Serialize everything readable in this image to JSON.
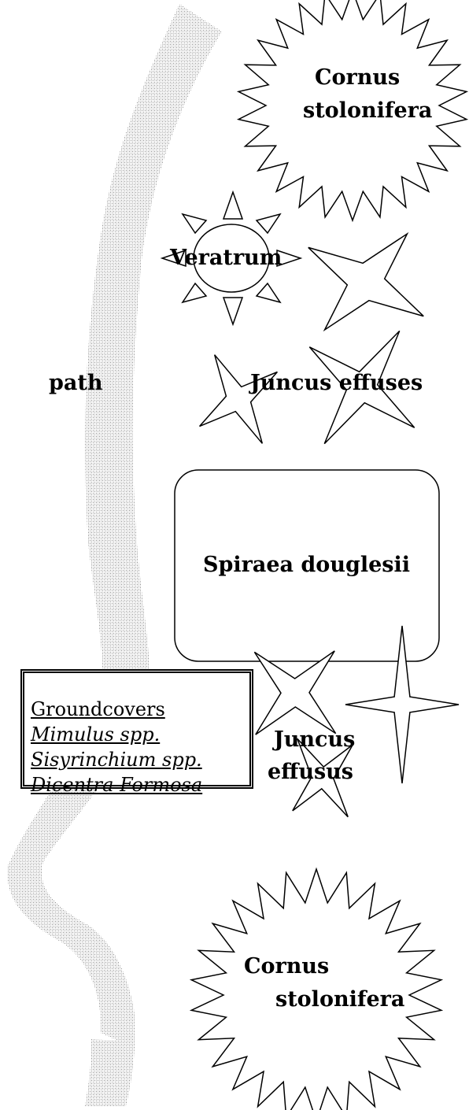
{
  "path_label": "path",
  "plants": {
    "cornus_top": {
      "line1": "Cornus",
      "line2": "stolonifera"
    },
    "veratrum": "Veratrum",
    "juncus_upper": "Juncus effuses",
    "spiraea": "Spiraea douglesii",
    "juncus_lower": {
      "line1": "Juncus",
      "line2": "effusus"
    },
    "cornus_bottom": {
      "line1": "Cornus",
      "line2": "stolonifera"
    }
  },
  "legend": {
    "title": "Groundcovers",
    "items": [
      "Mimulus spp.",
      "Sisyrinchium spp.",
      "Dicentra Formosa"
    ]
  },
  "colors": {
    "stroke": "#000000",
    "fill": "#ffffff",
    "path_stipple": "#9a9a9a"
  }
}
